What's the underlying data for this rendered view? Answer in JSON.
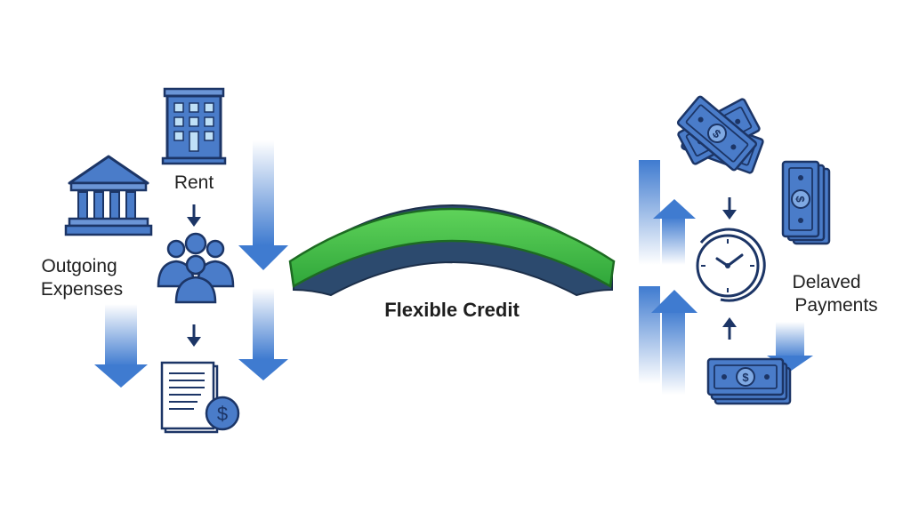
{
  "labels": {
    "rent": "Rent",
    "outgoing_line1": "Outgoing",
    "outgoing_line2": "Expenses",
    "center": "Flexible Credit",
    "delayed_line1": "Delaved",
    "delayed_line2": "Payments"
  },
  "bill": {
    "currency_symbol": "$"
  },
  "colors": {
    "icon_fill": "#4a7cc9",
    "icon_stroke": "#1c3566",
    "bridge_green": "#3dbb3d",
    "bridge_dark": "#2c4a6e",
    "arrow_blue": "#3f7bd0"
  }
}
